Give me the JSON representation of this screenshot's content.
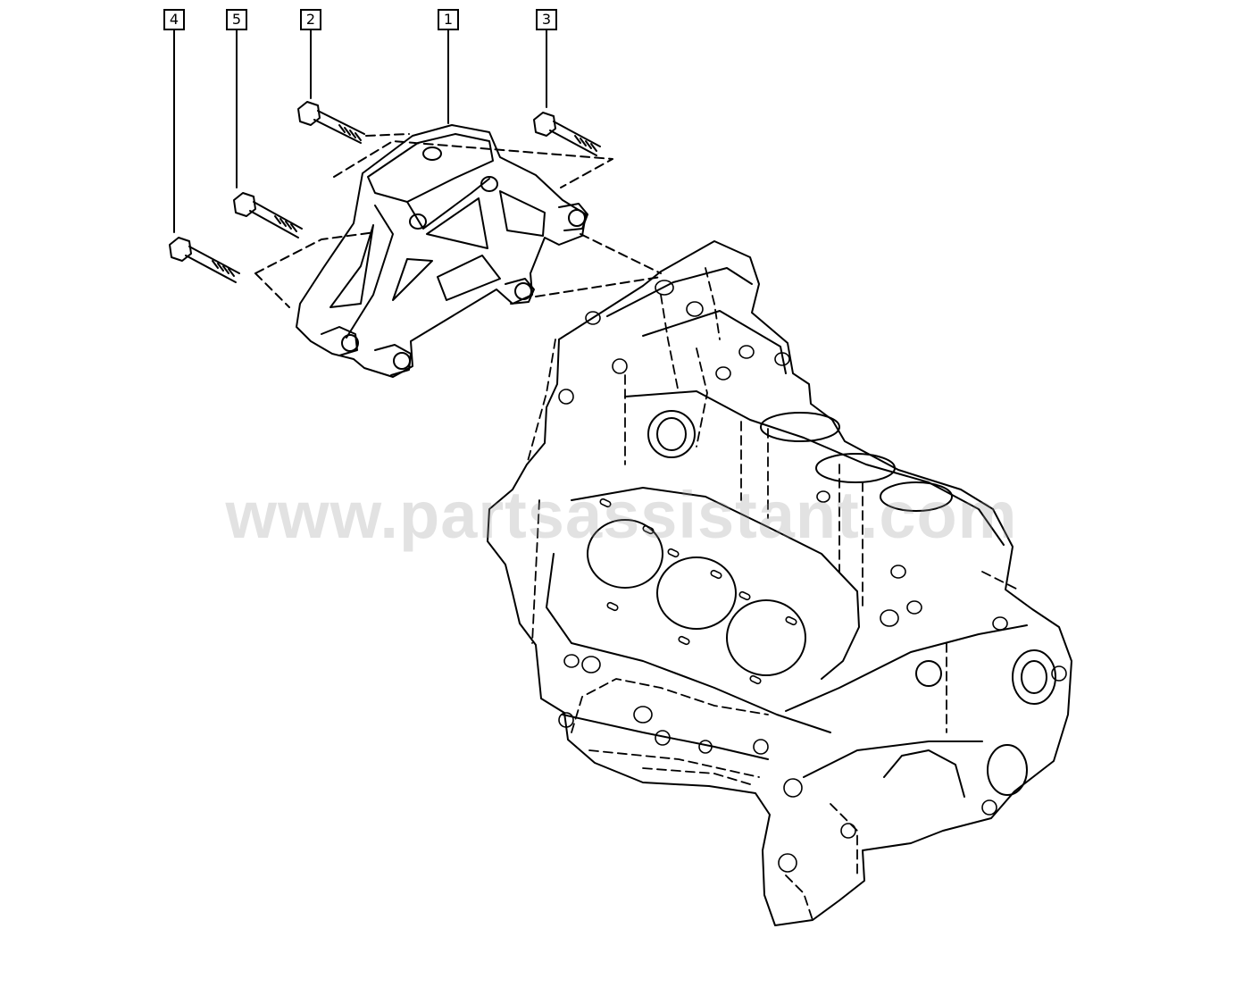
{
  "callouts": [
    {
      "id": "4",
      "label": "4"
    },
    {
      "id": "5",
      "label": "5"
    },
    {
      "id": "2",
      "label": "2"
    },
    {
      "id": "1",
      "label": "1"
    },
    {
      "id": "3",
      "label": "3"
    }
  ],
  "parts": {
    "bracket": "engine-mount-bracket",
    "bolts": [
      "bolt-2",
      "bolt-3",
      "bolt-4",
      "bolt-5"
    ],
    "engine": "engine-cylinder-block"
  },
  "watermark": "www.partsassistant.com",
  "colors": {
    "line": "#000000",
    "background": "#ffffff",
    "watermark": "#969696"
  }
}
